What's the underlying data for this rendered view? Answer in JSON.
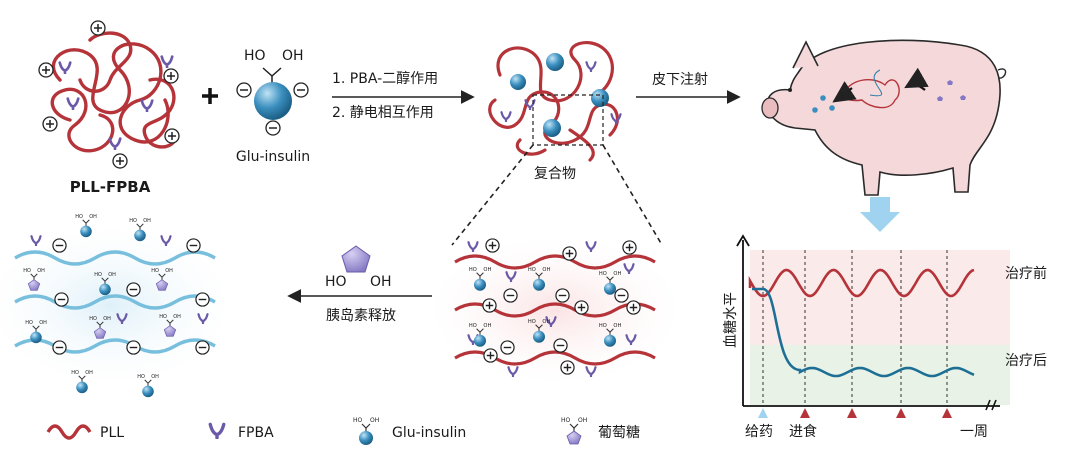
{
  "colors": {
    "pll": "#b5343a",
    "fpba": "#6b5aa8",
    "insulin": "#2f7ea9",
    "chain_blue": "#78bedd",
    "curve_before": "#b5343a",
    "curve_after": "#1e6f95",
    "pig": "#f4d8da",
    "arrow_down": "#9fd3f0"
  },
  "labels": {
    "pll_fpba": "PLL-FPBA",
    "glu_insulin": "Glu-insulin",
    "step1": "1. PBA-二醇作用",
    "step2": "2. 静电相互作用",
    "subcutaneous": "皮下注射",
    "complex": "复合物",
    "release": "胰岛素释放",
    "ho": "HO",
    "oh": "OH",
    "plus": "+"
  },
  "chart": {
    "ylabel": "血糖水平",
    "before": "治疗前",
    "after": "治疗后",
    "dose": "给药",
    "meal": "进食",
    "week": "一周"
  },
  "chart_data": {
    "type": "line",
    "xlabel": "",
    "ylabel": "血糖水平",
    "series": [
      {
        "name": "治疗前",
        "trend": "oscillating high"
      },
      {
        "name": "治疗后",
        "trend": "drops after dosing, oscillating low"
      }
    ],
    "x_markers": [
      "给药",
      "进食",
      "一周"
    ]
  },
  "legend": [
    {
      "icon": "pll-wave-icon",
      "label": "PLL"
    },
    {
      "icon": "fpba-icon",
      "label": "FPBA"
    },
    {
      "icon": "glu-insulin-icon",
      "label": "Glu-insulin"
    },
    {
      "icon": "glucose-icon",
      "label": "葡萄糖"
    }
  ]
}
